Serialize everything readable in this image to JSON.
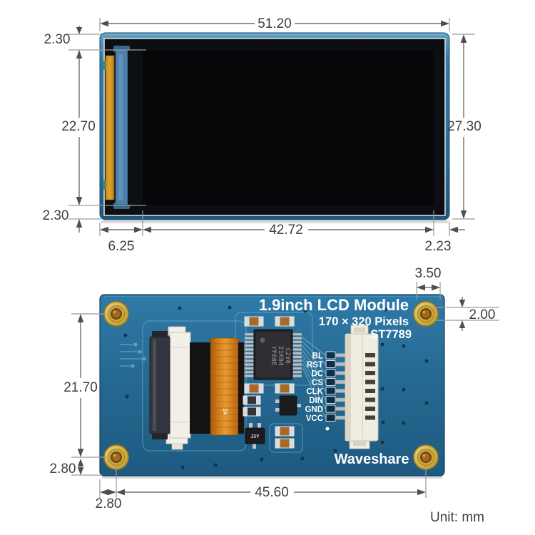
{
  "front_view": {
    "dim_width_top": "51.20",
    "dim_border_top": "2.30",
    "dim_display_height": "22.70",
    "dim_border_bottom": "2.30",
    "dim_height_right": "27.30",
    "dim_offset_left": "6.25",
    "dim_display_width": "42.72",
    "dim_offset_right": "2.23"
  },
  "back_view": {
    "title": "1.9inch LCD Module",
    "subtitle": "170 × 320 Pixels",
    "controller": "ST7789",
    "brand": "Waveshare",
    "pins": [
      "BL",
      "RST",
      "DC",
      "CS",
      "CLK",
      "DIN",
      "GND",
      "VCC"
    ],
    "chip_marking": [
      "YF08E",
      "21K94",
      "C2V8"
    ],
    "flex_marking": "24",
    "transistor_marking": "J3Y",
    "dim_pad_diameter": "3.50",
    "dim_hole_diameter": "2.00",
    "dim_hole_span_vertical": "21.70",
    "dim_hole_offset_vertical": "2.80",
    "dim_hole_offset_horizontal": "2.80",
    "dim_hole_span_horizontal": "45.60"
  },
  "footer": {
    "unit_label": "Unit: mm"
  },
  "colors": {
    "pcb_front": "#2f73a0",
    "pcb_back": "#24668f",
    "gold_pad": "#caa63c",
    "flex_orange": "#d4821c",
    "dim_line": "#6e6e6e",
    "dim_text": "#3f3f3f",
    "silk": "#74b0d4"
  }
}
